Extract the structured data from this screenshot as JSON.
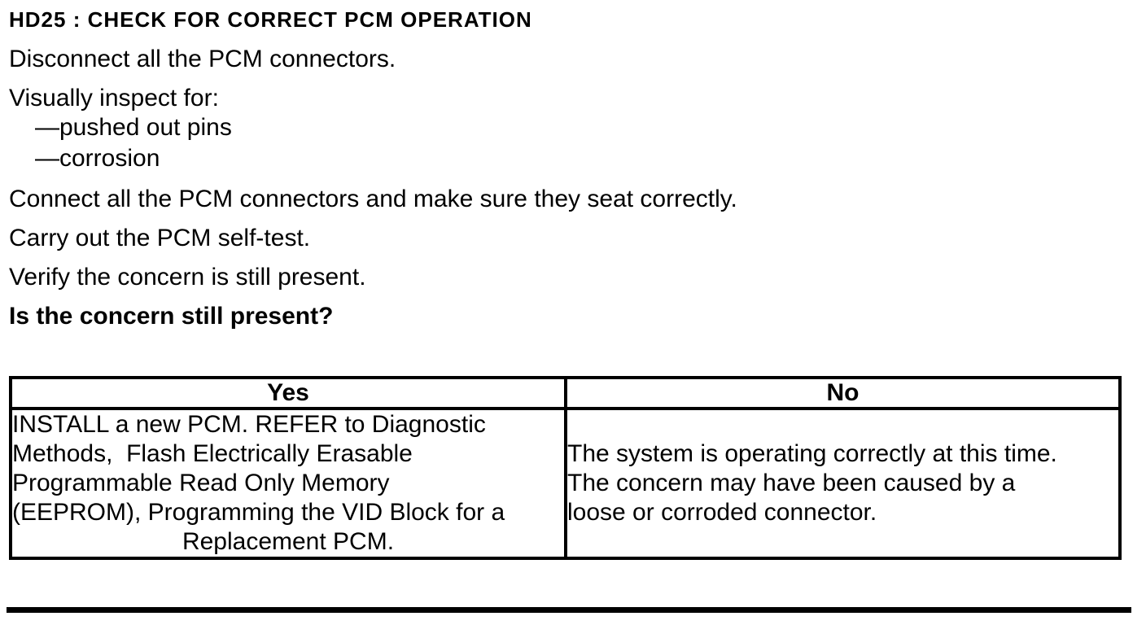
{
  "procedure": {
    "title": "HD25 : CHECK FOR CORRECT PCM OPERATION",
    "steps": [
      "Disconnect all the PCM connectors.",
      "Visually inspect for:",
      "Connect all the PCM connectors and make sure they seat correctly.",
      "Carry out the PCM self-test.",
      "Verify the concern is still present."
    ],
    "inspect_items": [
      "—pushed out pins",
      "—corrosion"
    ],
    "question": "Is the concern still present?"
  },
  "result_table": {
    "yes_header": "Yes",
    "no_header": "No",
    "yes_lines": [
      "INSTALL a new PCM. REFER to Diagnostic",
      "Methods,  Flash Electrically Erasable",
      "Programmable Read Only Memory",
      "(EEPROM), Programming the VID Block for a",
      "Replacement PCM."
    ],
    "no_lines": [
      "The system is operating correctly at this time.",
      "The concern may have been caused by a",
      "loose or corroded connector."
    ]
  },
  "colors": {
    "text": "#000000",
    "background": "#ffffff",
    "border": "#000000"
  }
}
